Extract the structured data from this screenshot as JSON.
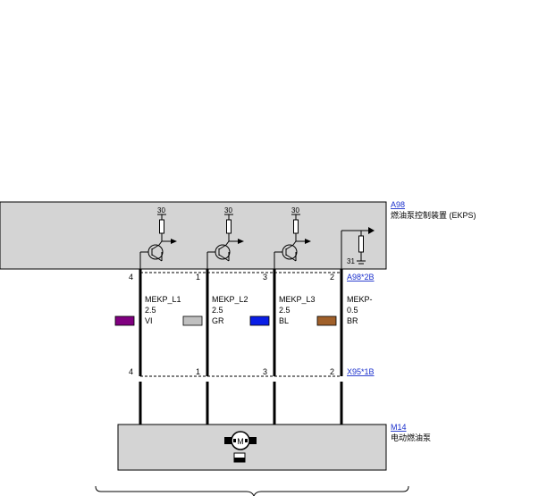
{
  "module_a98": {
    "ref": "A98",
    "name": "燃油泵控制装置 (EKPS)",
    "supply_labels": [
      "30",
      "30",
      "30"
    ],
    "ground_label": "31"
  },
  "connector_top": {
    "ref": "A98*2B"
  },
  "connector_bottom": {
    "ref": "X95*1B"
  },
  "wires": [
    {
      "name": "MEKP_L1",
      "gauge": "2.5",
      "color_code": "VI",
      "swatch": "#800080",
      "pin_left": "4",
      "pin_right": "1"
    },
    {
      "name": "MEKP_L2",
      "gauge": "2.5",
      "color_code": "GR",
      "swatch": "#c0c0c0",
      "pin_left": "1",
      "pin_right": "3"
    },
    {
      "name": "MEKP_L3",
      "gauge": "2.5",
      "color_code": "BL",
      "swatch": "#0a1ee6",
      "pin_left": "3",
      "pin_right": "2"
    },
    {
      "name": "MEKP-",
      "gauge": "0.5",
      "color_code": "BR",
      "swatch": "#a0602a",
      "pin_left": "2",
      "pin_right": ""
    }
  ],
  "bottom_pins": [
    "4",
    "1",
    "3",
    "2"
  ],
  "motor_m14": {
    "ref": "M14",
    "name": "电动燃油泵",
    "motor_symbol": "M"
  },
  "colors": {
    "module_fill": "#d4d4d4",
    "link": "#1a2fcc"
  }
}
